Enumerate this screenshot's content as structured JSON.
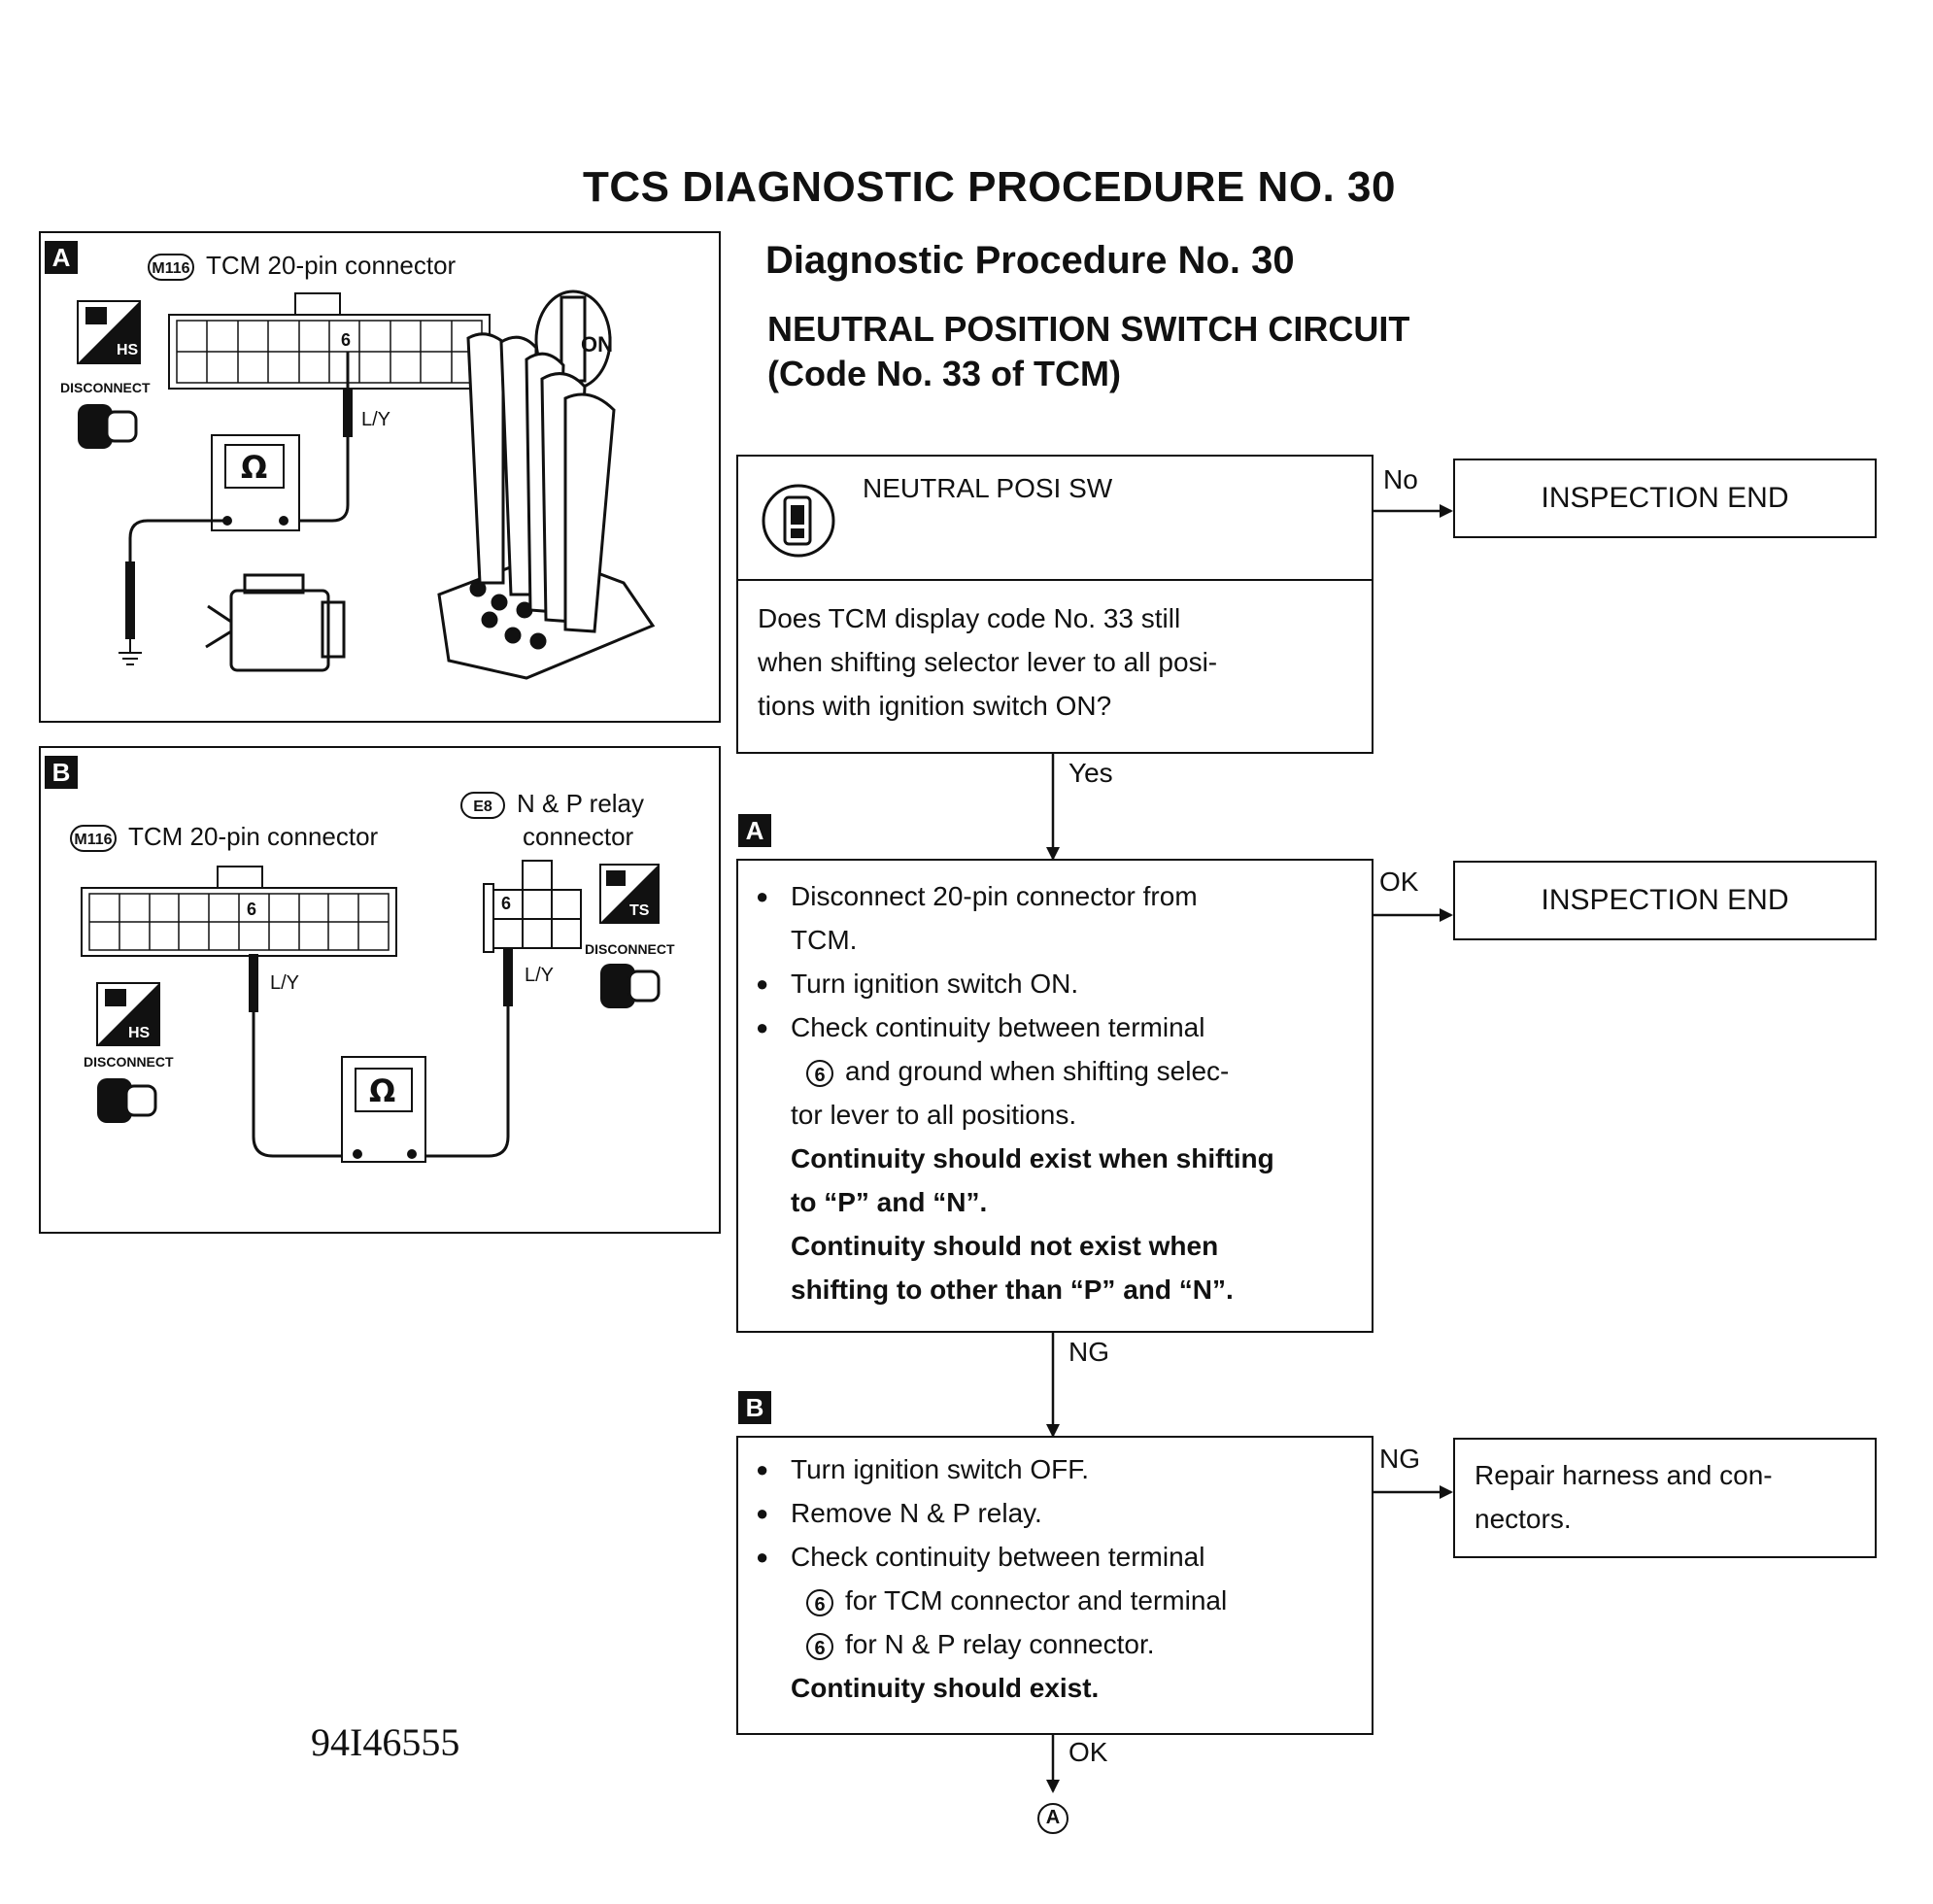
{
  "header": {
    "title": "TCS DIAGNOSTIC PROCEDURE NO. 30",
    "subtitle": "Diagnostic Procedure No. 30",
    "circuit_line1": "NEUTRAL POSITION SWITCH CIRCUIT",
    "circuit_line2": "(Code No. 33 of TCM)"
  },
  "panel_a": {
    "tag": "A",
    "connector_code": "M116",
    "connector_label": "TCM 20-pin connector",
    "pin": "6",
    "wire": "L/Y",
    "hs": "HS",
    "disconnect": "DISCONNECT",
    "ohm": "Ω",
    "on": "ON"
  },
  "panel_b": {
    "tag": "B",
    "connector_code": "M116",
    "connector_label": "TCM 20-pin connector",
    "relay_code": "E8",
    "relay_label_1": "N & P relay",
    "relay_label_2": "connector",
    "pin_left": "6",
    "pin_right": "6",
    "wire_left": "L/Y",
    "wire_right": "L/Y",
    "hs": "HS",
    "ts": "TS",
    "disconnect": "DISCONNECT",
    "ohm": "Ω"
  },
  "figure_code": "94I46555",
  "flow": {
    "step1": {
      "heading": "NEUTRAL POSI SW",
      "question_line1": "Does TCM display code No. 33 still",
      "question_line2": "when shifting selector lever to all posi-",
      "question_line3": "tions with ignition switch ON?",
      "branch_no": "No",
      "branch_yes": "Yes",
      "end": "INSPECTION END"
    },
    "step2": {
      "tag": "A",
      "item1a": "Disconnect 20-pin connector from",
      "item1b": "TCM.",
      "item2": "Turn ignition switch ON.",
      "item3": "Check continuity between terminal",
      "item3_num": "6",
      "item3b": "and ground when shifting selec-",
      "item3c": "tor lever to all positions.",
      "bold1a": "Continuity should exist when shifting",
      "bold1b": "to “P” and “N”.",
      "bold2a": "Continuity should not exist when",
      "bold2b": "shifting to other than “P” and “N”.",
      "branch_ok": "OK",
      "branch_ng": "NG",
      "end": "INSPECTION END"
    },
    "step3": {
      "tag": "B",
      "item1": "Turn ignition switch OFF.",
      "item2": "Remove N & P relay.",
      "item3": "Check continuity between terminal",
      "num1": "6",
      "item3b": "for TCM connector and terminal",
      "num2": "6",
      "item3c": "for N & P relay connector.",
      "bold": "Continuity should exist.",
      "branch_ng": "NG",
      "branch_ok": "OK",
      "repair_line1": "Repair harness and con-",
      "repair_line2": "nectors."
    },
    "connector_out": "A"
  }
}
